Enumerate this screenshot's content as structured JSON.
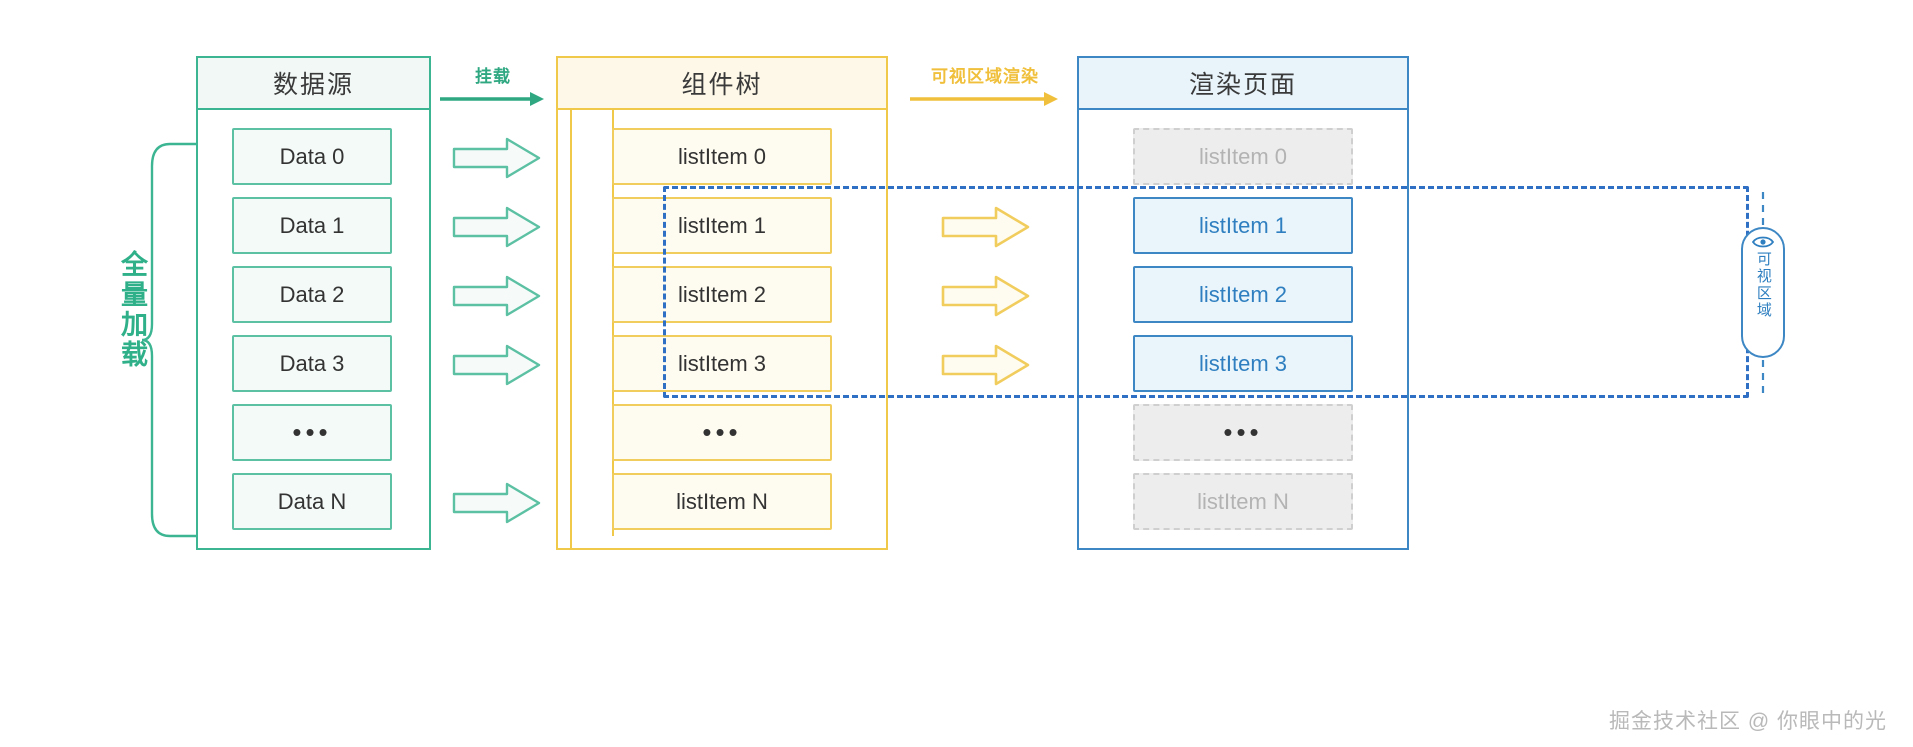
{
  "diagram": {
    "title_colors": {
      "green": "#3cb592",
      "yellow": "#f0c94a",
      "blue": "#3d87c4",
      "muted": "#cfcfcf",
      "viewport_dash": "#2f6fc4"
    },
    "columns": [
      {
        "key": "data_source",
        "header": "数据源",
        "items": [
          {
            "label": "Data 0",
            "state": "active"
          },
          {
            "label": "Data 1",
            "state": "active"
          },
          {
            "label": "Data 2",
            "state": "active"
          },
          {
            "label": "Data 3",
            "state": "active"
          },
          {
            "label": "•••",
            "state": "ellipsis"
          },
          {
            "label": "Data N",
            "state": "active"
          }
        ]
      },
      {
        "key": "component_tree",
        "header": "组件树",
        "items": [
          {
            "label": "listItem 0",
            "state": "active"
          },
          {
            "label": "listItem 1",
            "state": "active"
          },
          {
            "label": "listItem 2",
            "state": "active"
          },
          {
            "label": "listItem 3",
            "state": "active"
          },
          {
            "label": "•••",
            "state": "ellipsis"
          },
          {
            "label": "listItem N",
            "state": "active"
          }
        ]
      },
      {
        "key": "render_page",
        "header": "渲染页面",
        "items": [
          {
            "label": "listItem 0",
            "state": "muted"
          },
          {
            "label": "listItem 1",
            "state": "active"
          },
          {
            "label": "listItem 2",
            "state": "active"
          },
          {
            "label": "listItem 3",
            "state": "active"
          },
          {
            "label": "•••",
            "state": "muted"
          },
          {
            "label": "listItem N",
            "state": "muted"
          }
        ]
      }
    ],
    "flow_labels": {
      "mount": "挂载",
      "viewport_render": "可视区域渲染"
    },
    "brace_label": "全量加载",
    "viewport_pill_label": "可视区域",
    "watermark": "掘金技术社区 @ 你眼中的光"
  }
}
